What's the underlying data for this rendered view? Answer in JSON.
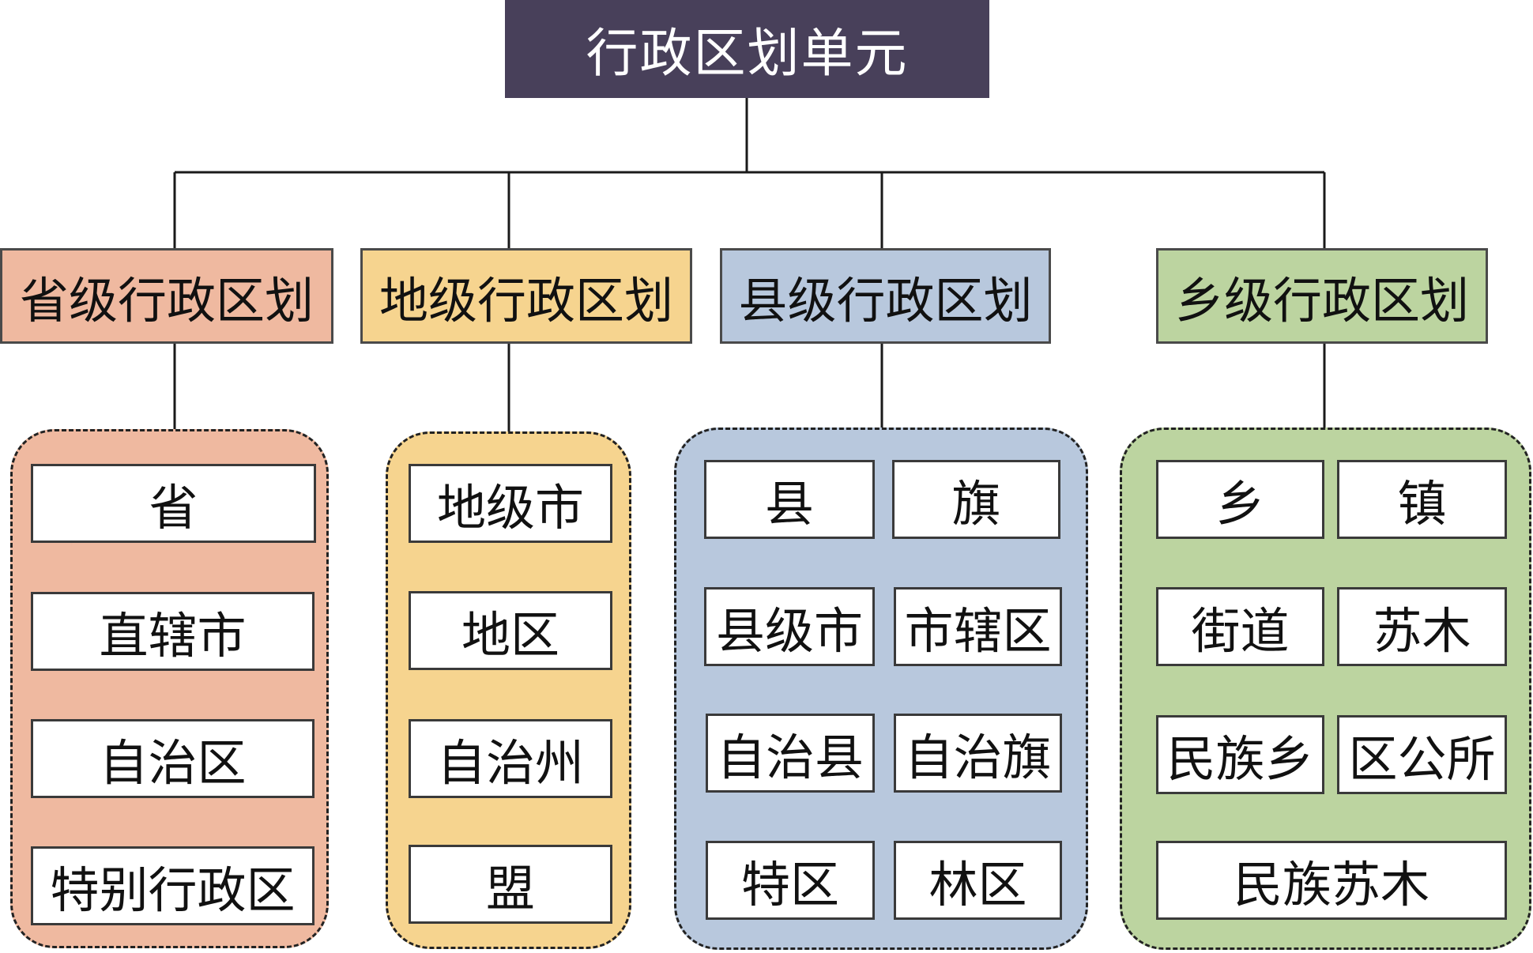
{
  "diagram": {
    "root": {
      "label": "行政区划单元"
    },
    "levels": [
      {
        "label": "省级行政区划",
        "items": [
          "省",
          "直辖市",
          "自治区",
          "特别行政区"
        ]
      },
      {
        "label": "地级行政区划",
        "items": [
          "地级市",
          "地区",
          "自治州",
          "盟"
        ]
      },
      {
        "label": "县级行政区划",
        "items": [
          "县",
          "旗",
          "县级市",
          "市辖区",
          "自治县",
          "自治旗",
          "特区",
          "林区"
        ]
      },
      {
        "label": "乡级行政区划",
        "items": [
          "乡",
          "镇",
          "街道",
          "苏木",
          "民族乡",
          "区公所",
          "民族苏木"
        ]
      }
    ]
  },
  "colors": {
    "root": "#48405a",
    "level1": "#efb9a0",
    "level2": "#f6d48f",
    "level3": "#b8c8dd",
    "level4": "#bcd4a0",
    "line": "#1a1a1a"
  }
}
